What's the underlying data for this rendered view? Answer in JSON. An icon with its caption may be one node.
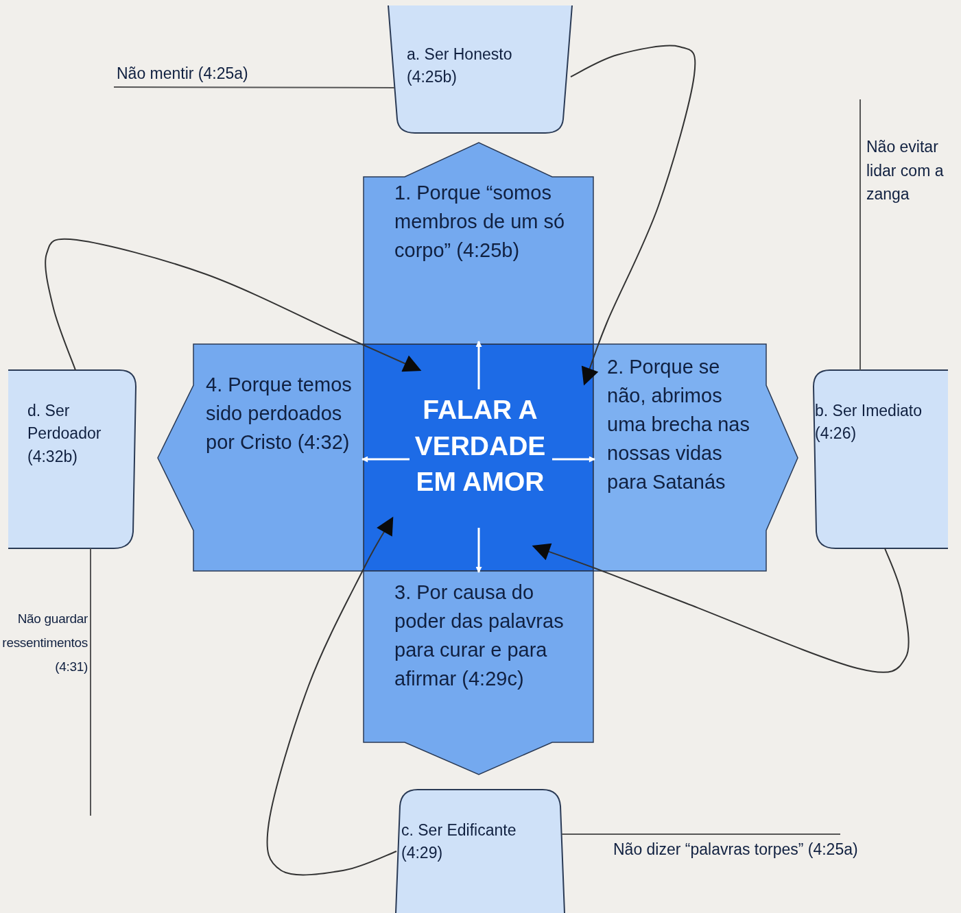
{
  "diagram": {
    "nodes": [
      {
        "text": [
          "FALAR A VERDADE EM AMOR"
        ]
      },
      {
        "text": [
          "1. Porque “somos membros de um só corpo” (4:25b)"
        ]
      },
      {
        "text": [
          "2. Porque se não, abrimos uma brecha nas nossas vidas para Satanás"
        ]
      },
      {
        "text": [
          "3. Por causa do poder das palavras para curar e para afirmar (4:29c)"
        ]
      },
      {
        "text": [
          "4. Porque temos sido perdoados por Cristo (4:32)"
        ]
      },
      {
        "text": [
          "a. Ser Honesto (4:25b)"
        ]
      },
      {
        "text": [
          "b. Ser Imediato (4:26)"
        ]
      },
      {
        "text": [
          "c. Ser Edificante (4:29)"
        ]
      },
      {
        "text": [
          "d. Ser Perdoador (4:32b)"
        ]
      },
      {
        "text": [
          "Não mentir (4:25a)"
        ]
      },
      {
        "text": [
          "Não evitar lidar com a zanga"
        ]
      },
      {
        "text": [
          "Não dizer “palavras torpes” (4:25a)"
        ]
      },
      {
        "text": [
          "Não guardar ressentimentos (4:31)"
        ]
      }
    ],
    "edges": [
      {
        "from": 5,
        "to": 0,
        "arrow": "to"
      },
      {
        "from": 8,
        "to": 0,
        "arrow": "to"
      },
      {
        "from": 6,
        "to": 0,
        "arrow": "to"
      },
      {
        "from": 7,
        "to": 0,
        "arrow": "to"
      },
      {
        "from": 9,
        "to": 5,
        "arrow": "none"
      },
      {
        "from": 10,
        "to": 6,
        "arrow": "none"
      },
      {
        "from": 11,
        "to": 7,
        "arrow": "none"
      },
      {
        "from": 12,
        "to": 8,
        "arrow": "none"
      },
      {
        "from": 0,
        "to": 1,
        "arrow": "to",
        "color": "#ffffff"
      },
      {
        "from": 0,
        "to": 2,
        "arrow": "to",
        "color": "#ffffff"
      },
      {
        "from": 0,
        "to": 3,
        "arrow": "to",
        "color": "#ffffff"
      },
      {
        "from": 0,
        "to": 4,
        "arrow": "to",
        "color": "#ffffff"
      }
    ]
  }
}
